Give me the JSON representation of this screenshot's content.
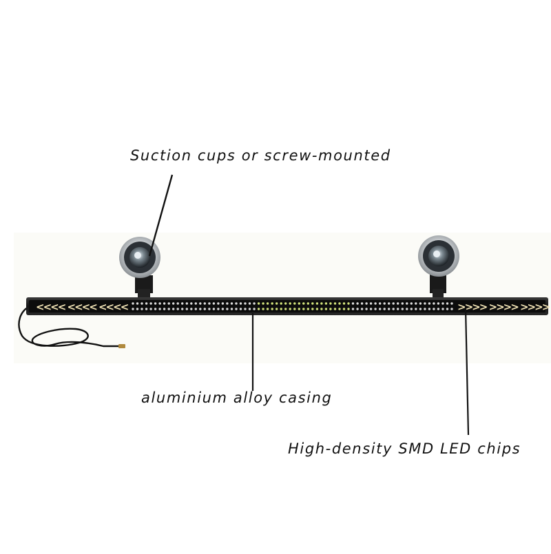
{
  "callouts": {
    "suction": "Suction cups or screw-mounted",
    "casing": "aluminium alloy casing",
    "leds": "High-density SMD LED chips"
  },
  "product": {
    "left_arrows": "<<<<  <<<<  <<<<",
    "right_arrows": ">>>>  >>>>  >>>>",
    "led_count": 72
  },
  "colors": {
    "background": "#ffffff",
    "casing": "#1c1c1c",
    "arrow_amber": "#f4e6b8",
    "led_white": "#d9d9d9",
    "led_green": "#cfe07a",
    "leader_line": "#111111"
  }
}
